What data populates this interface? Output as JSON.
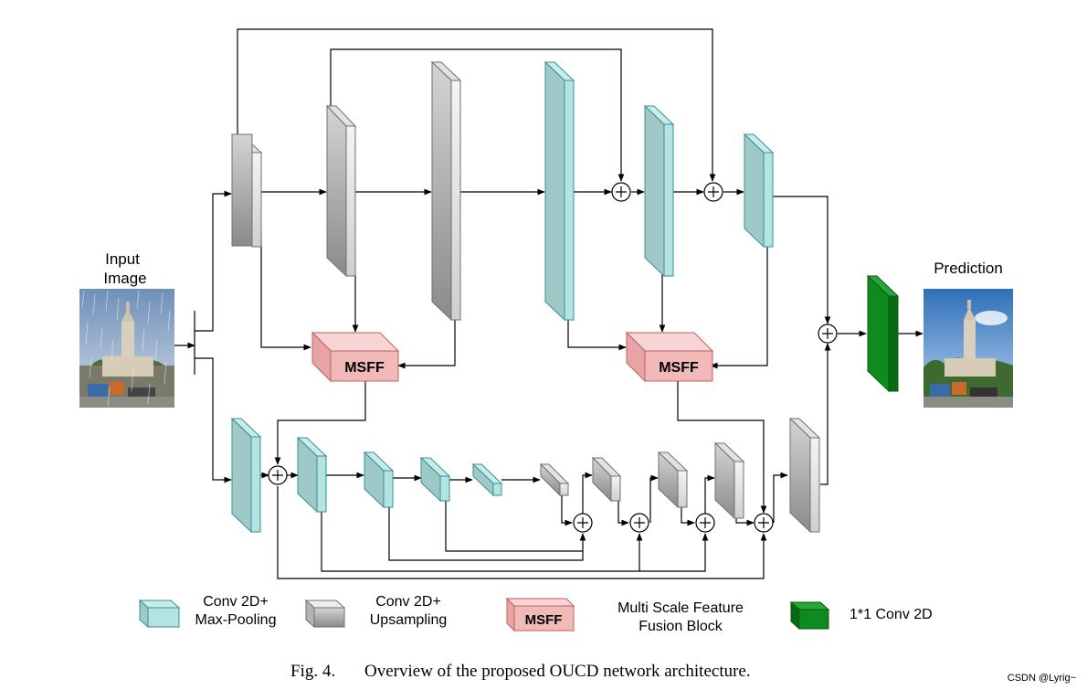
{
  "labels": {
    "input_line1": "Input",
    "input_line2": "Image",
    "prediction": "Prediction",
    "msff": "MSFF"
  },
  "legend": {
    "teal_line1": "Conv 2D+",
    "teal_line2": "Max-Pooling",
    "gray_line1": "Conv 2D+",
    "gray_line2": "Upsampling",
    "msff_box": "MSFF",
    "msff_line1": "Multi Scale Feature",
    "msff_line2": "Fusion Block",
    "green": "1*1 Conv 2D"
  },
  "caption": {
    "fig": "Fig. 4.",
    "text": "Overview of the proposed OUCD network architecture."
  },
  "watermark": "CSDN @Lyrig~",
  "colors": {
    "teal": "#9ec9c6",
    "teal_light": "#b4e4e2",
    "teal_stroke": "#3a8f90",
    "gray": "#a8a8a8",
    "gray_light": "#e2e2e2",
    "gray_stroke": "#707070",
    "msff": "#f2b9b9",
    "msff_stroke": "#c06060",
    "green": "#0f8a1e",
    "green_dark": "#0a6a14"
  }
}
